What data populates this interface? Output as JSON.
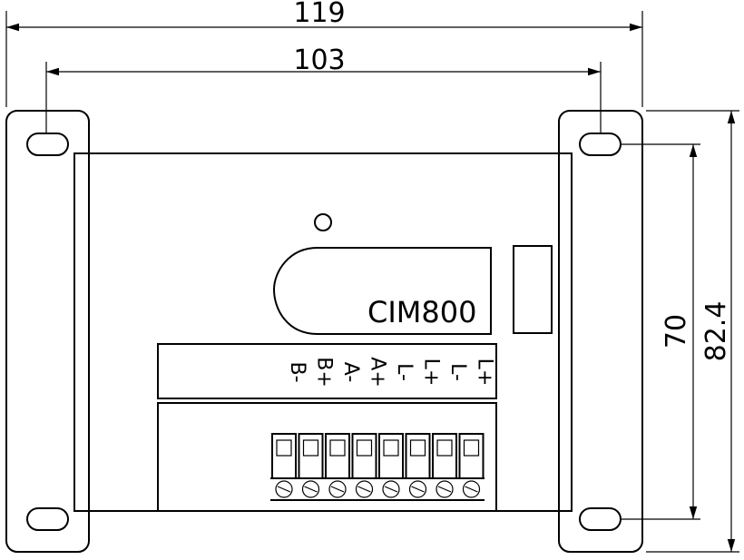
{
  "dimensions": {
    "overall_width": "119",
    "hole_spacing_width": "103",
    "hole_spacing_height": "70",
    "overall_height": "82.4"
  },
  "device": {
    "model": "CIM800"
  },
  "terminals": {
    "labels": [
      "B-",
      "B+",
      "A-",
      "A+",
      "L-",
      "L+",
      "L-",
      "L+"
    ]
  }
}
